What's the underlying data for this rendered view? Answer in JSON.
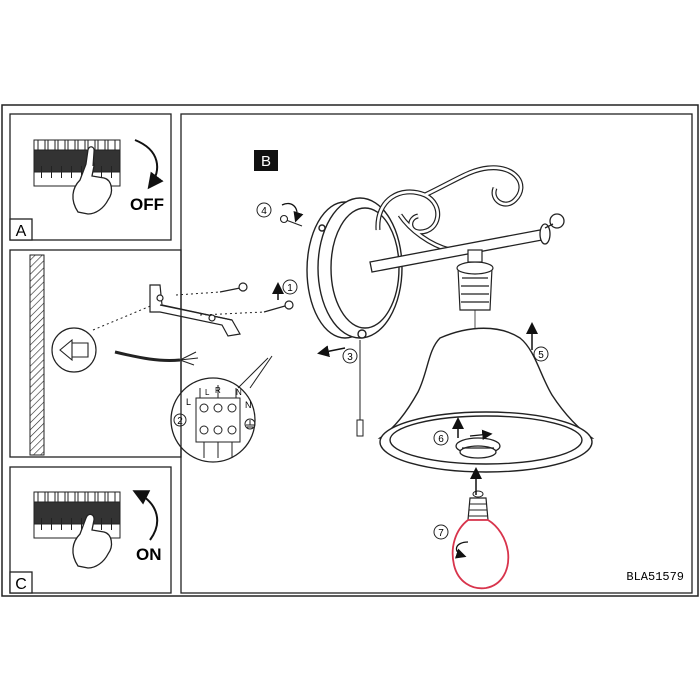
{
  "panels": {
    "a": {
      "letter": "A",
      "switch_text": "OFF"
    },
    "b": {
      "letter": "B"
    },
    "c": {
      "letter": "C",
      "switch_text": "ON"
    }
  },
  "steps": [
    "1",
    "2",
    "3",
    "4",
    "5",
    "6",
    "7"
  ],
  "terminal_labels": {
    "left": "L",
    "top_left": "L",
    "top_mid": "R",
    "top_right": "N",
    "right": "N"
  },
  "model_code": "BLA51579",
  "colors": {
    "line": "#1a1a1a",
    "bulb_highlight": "#d8344c"
  }
}
